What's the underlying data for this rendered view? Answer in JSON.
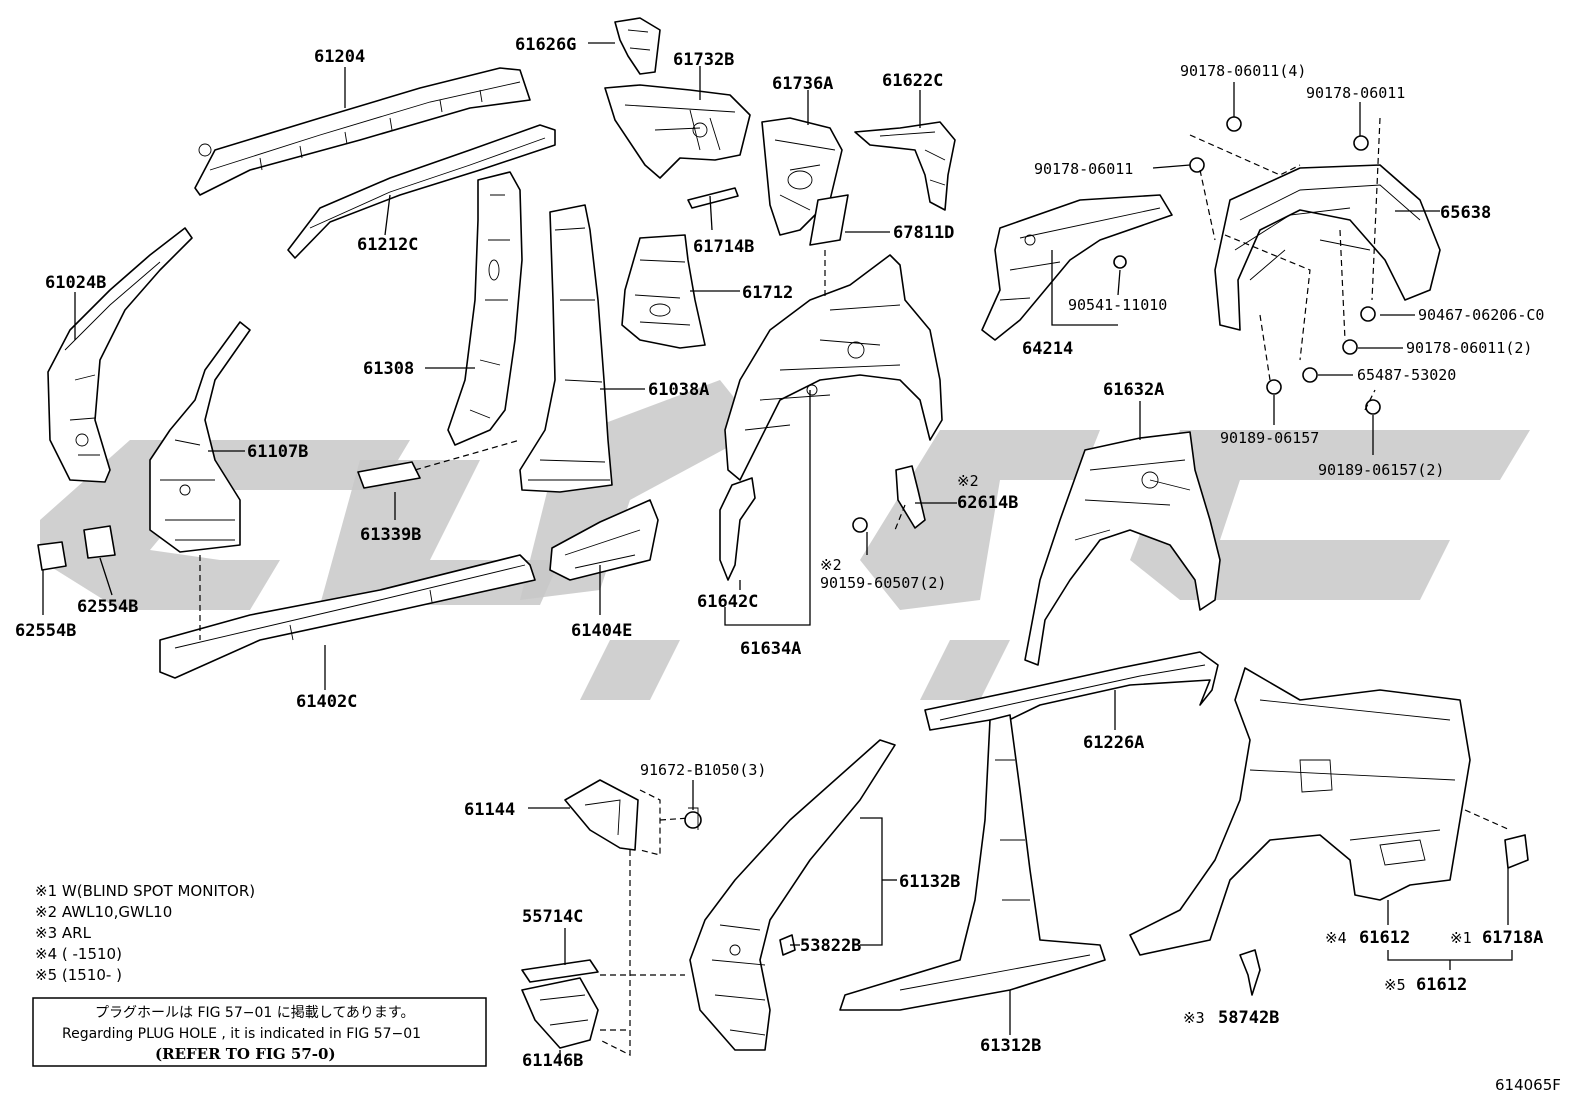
{
  "labels": {
    "l61204": "61204",
    "l61626G": "61626G",
    "l61732B": "61732B",
    "l61736A": "61736A",
    "l61622C": "61622C",
    "l90178_06011_4": "90178-06011(4)",
    "l90178_06011_a": "90178-06011",
    "l90178_06011_b": "90178-06011",
    "l65638": "65638",
    "l61024B": "61024B",
    "l61212C": "61212C",
    "l61714B": "61714B",
    "l67811D": "67811D",
    "l61712": "61712",
    "l90541_11010": "90541-11010",
    "l64214": "64214",
    "l90467": "90467-06206-C0",
    "l90178_06011_2": "90178-06011(2)",
    "l65487": "65487-53020",
    "l61308": "61308",
    "l61038A": "61038A",
    "l61107B": "61107B",
    "l61632A": "61632A",
    "l90189_06157": "90189-06157",
    "l90189_06157_2": "90189-06157(2)",
    "l62614B": "62614B",
    "l61339B": "61339B",
    "l62554B_a": "62554B",
    "l62554B_b": "62554B",
    "l90159": "90159-60507(2)",
    "l61642C": "61642C",
    "l61404E": "61404E",
    "l61634A": "61634A",
    "l61402C": "61402C",
    "l61226A": "61226A",
    "l91672": "91672-B1050(3)",
    "l61144": "61144",
    "l61132B": "61132B",
    "l53822B": "53822B",
    "l55714C": "55714C",
    "l61146B": "61146B",
    "l61312B": "61312B",
    "l58742B": "58742B",
    "l61612_a": "61612",
    "l61718A": "61718A",
    "l61612_b": "61612"
  },
  "marks": {
    "m62614B": "※2",
    "m90159": "※2",
    "m58742B": "※3",
    "m61612_a": "※4",
    "m61718A": "※1",
    "m61612_b": "※5"
  },
  "notes": [
    "※1 W(BLIND SPOT MONITOR)",
    "※2 AWL10,GWL10",
    "※3 ARL",
    "※4 (      -1510)",
    "※5 (1510-      )"
  ],
  "reference_box": {
    "line1": "プラグホールは FIG 57−01 に掲載してあります。",
    "line2": "Regarding  PLUG HOLE , it is indicated in FIG 57−01",
    "line3": "(REFER TO FIG 57-0)"
  },
  "figure_code": "614065F",
  "colors": {
    "ink": "#000000",
    "watermark": "#c8c8c8",
    "paper": "#ffffff"
  }
}
